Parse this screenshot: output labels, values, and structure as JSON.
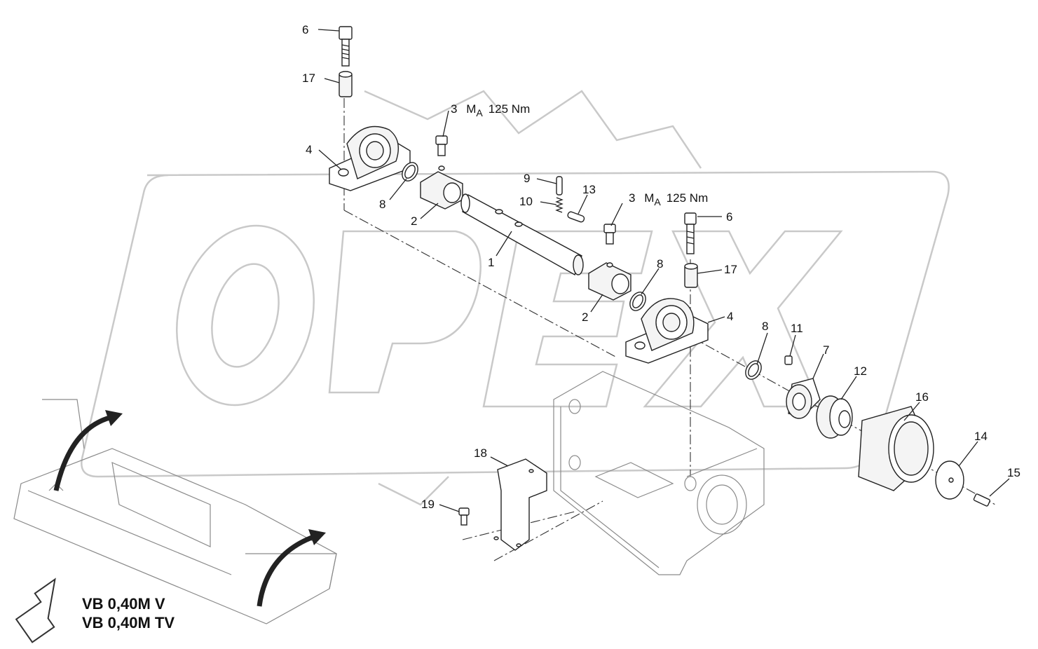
{
  "diagram": {
    "callouts": {
      "c1": "1",
      "c2a": "2",
      "c2b": "2",
      "c3a": "3",
      "c3b": "3",
      "c4a": "4",
      "c4b": "4",
      "c6a": "6",
      "c6b": "6",
      "c7": "7",
      "c8a": "8",
      "c8b": "8",
      "c8c": "8",
      "c9": "9",
      "c10": "10",
      "c11": "11",
      "c12": "12",
      "c13": "13",
      "c14": "14",
      "c15": "15",
      "c16": "16",
      "c17a": "17",
      "c17b": "17",
      "c18": "18",
      "c19": "19"
    },
    "torque": {
      "symbol": "M",
      "subscript": "A",
      "value": "125 Nm"
    },
    "models": {
      "line1": "VB 0,40M V",
      "line2": "VB 0,40M TV"
    },
    "watermark": "OPEX"
  }
}
